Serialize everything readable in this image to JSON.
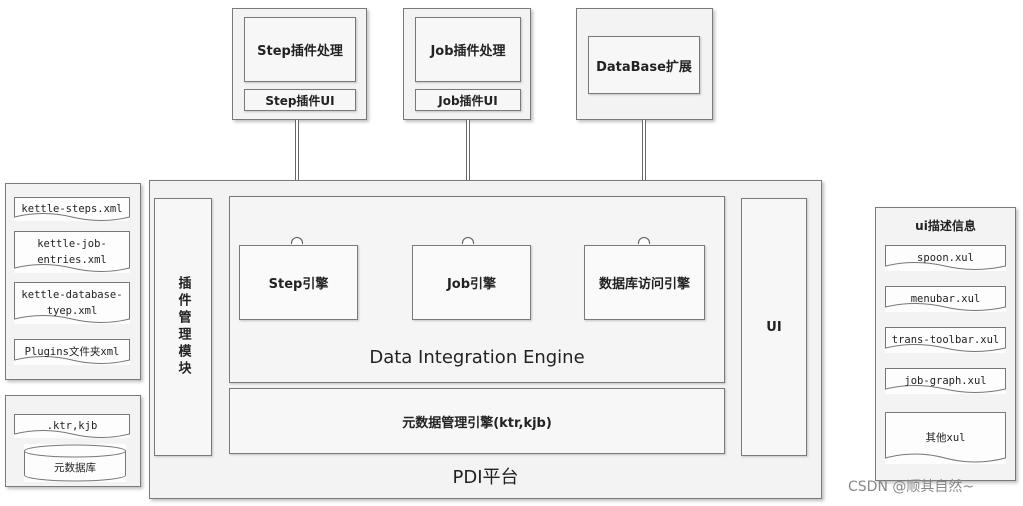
{
  "plugins": {
    "step": {
      "processing": "Step插件处理",
      "ui": "Step插件UI"
    },
    "job": {
      "processing": "Job插件处理",
      "ui": "Job插件UI"
    },
    "database": {
      "extension": "DataBase扩展"
    }
  },
  "config_files": [
    "kettle-steps.xml",
    "kettle-job-entries.xml",
    "kettle-database-tyep.xml",
    "Plugins文件夹xml"
  ],
  "storage": {
    "file": ".ktr,kjb",
    "db": "元数据库"
  },
  "platform": {
    "name": "PDI平台",
    "plugin_manager": "插件管理模块",
    "ui": "UI",
    "engine": {
      "title": "Data Integration Engine",
      "step": "Step引擎",
      "job": "Job引擎",
      "db": "数据库访问引擎"
    },
    "metadata": "元数据管理引擎(ktr,kjb)"
  },
  "ui_desc": {
    "title": "ui描述信息",
    "files": [
      "spoon.xul",
      "menubar.xul",
      "trans-toolbar.xul",
      "job-graph.xul",
      "其他xul"
    ]
  },
  "watermark": "CSDN @顺其自然~"
}
